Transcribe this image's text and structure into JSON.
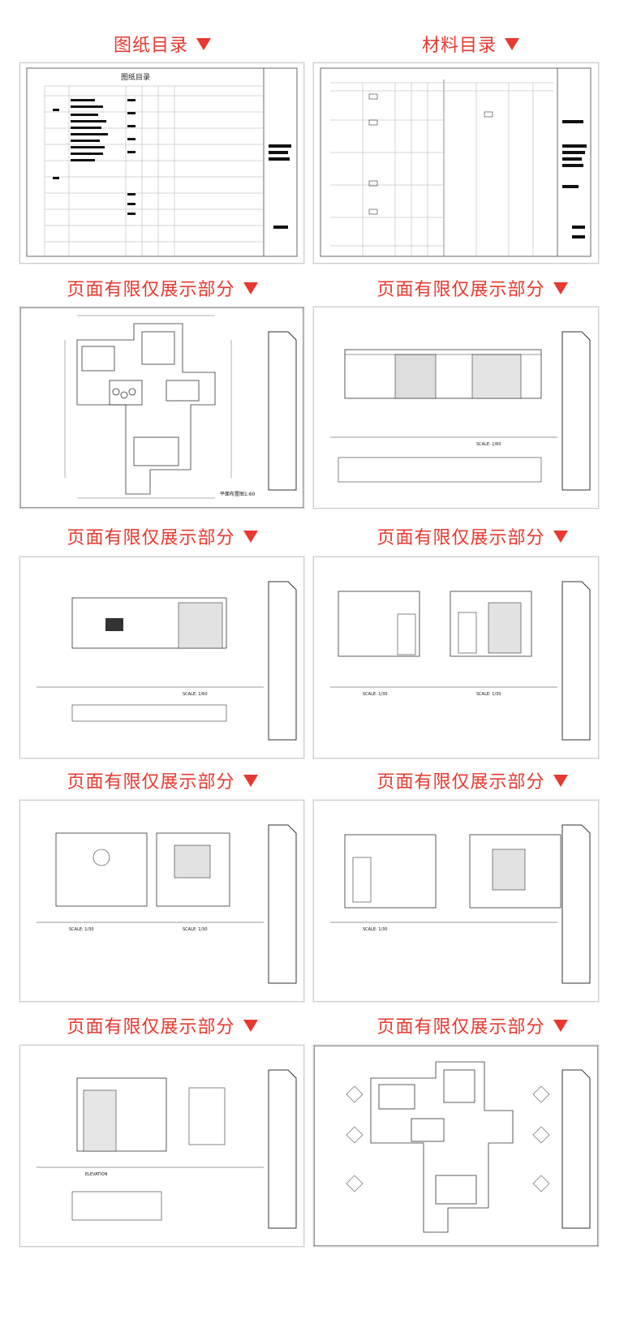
{
  "captions": {
    "c1": "图纸目录",
    "c2": "材料目录",
    "c3": "页面有限仅展示部分",
    "c4": "页面有限仅展示部分",
    "c5": "页面有限仅展示部分",
    "c6": "页面有限仅展示部分",
    "c7": "页面有限仅展示部分",
    "c8": "页面有限仅展示部分",
    "c9": "页面有限仅展示部分",
    "c10": "页面有限仅展示部分"
  },
  "thumbnails": {
    "drawing_index_title": "图纸目录",
    "floor_plan_title": "平面布置图1:60",
    "scale_1_60": "SCALE: 1/60",
    "scale_1_30": "SCALE: 1/30",
    "elevation": "ELEVATION"
  },
  "colors": {
    "accent": "#e8382f",
    "thumb_border": "#cfcfcf"
  }
}
